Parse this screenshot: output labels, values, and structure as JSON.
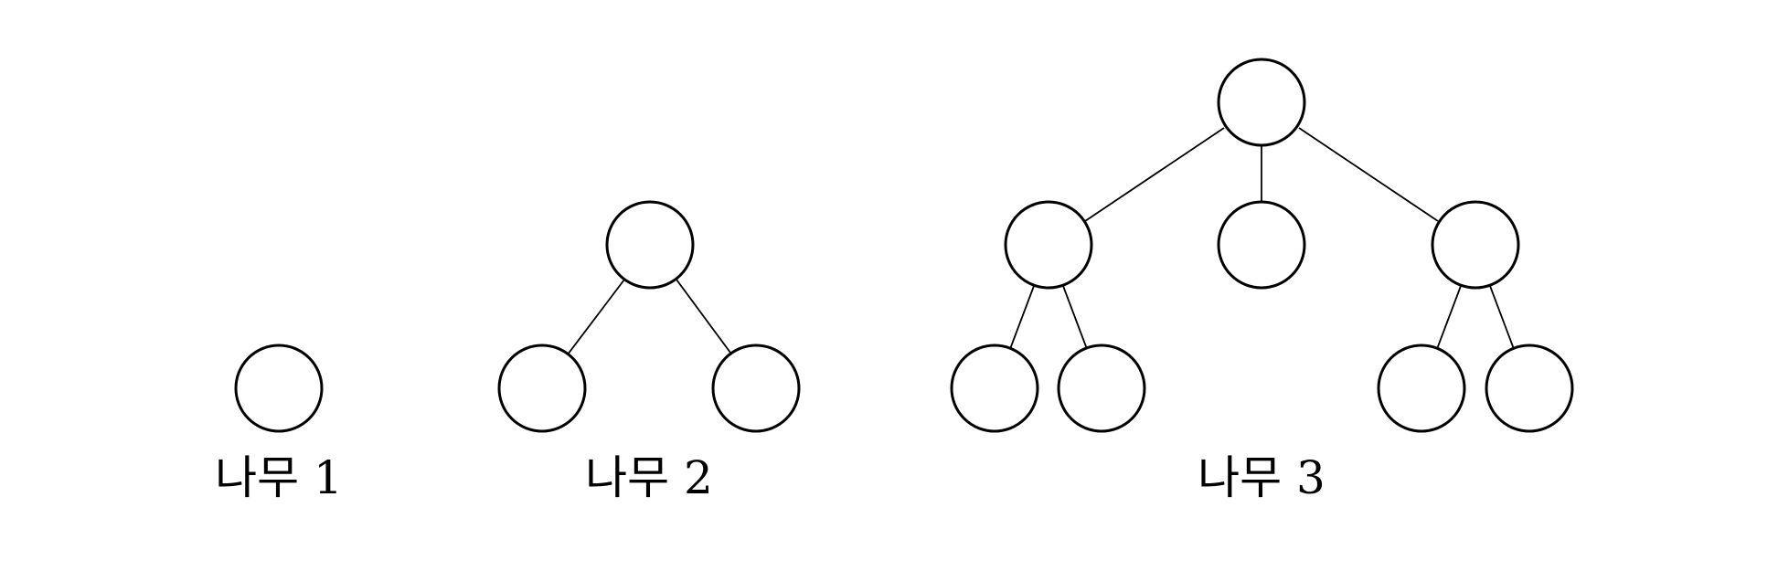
{
  "trees": [
    {
      "label": "나무 1"
    },
    {
      "label": "나무 2"
    },
    {
      "label": "나무 3"
    }
  ]
}
